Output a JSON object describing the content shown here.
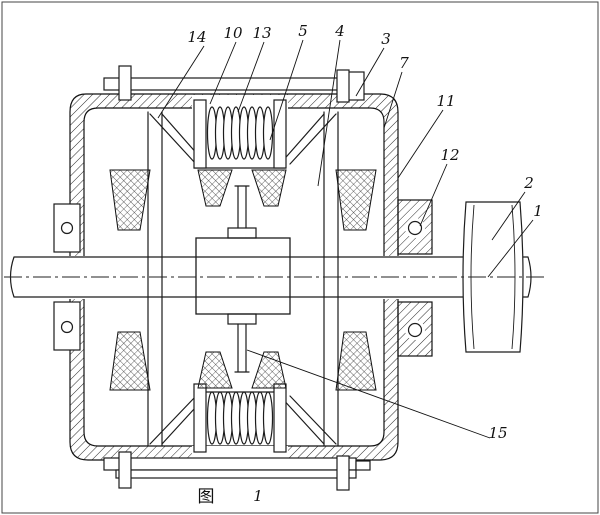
{
  "page": {
    "paper_color": "#ffffff",
    "ink_color": "#1c1c1c"
  },
  "figure": {
    "caption": {
      "figure_label": "图",
      "figure_number": "1"
    },
    "callouts": {
      "c14": "14",
      "c10": "10",
      "c13": "13",
      "c5": "5",
      "c4": "4",
      "c3": "3",
      "c7": "7",
      "c11": "11",
      "c12": "12",
      "c2": "2",
      "c1": "1",
      "c15": "15"
    }
  }
}
